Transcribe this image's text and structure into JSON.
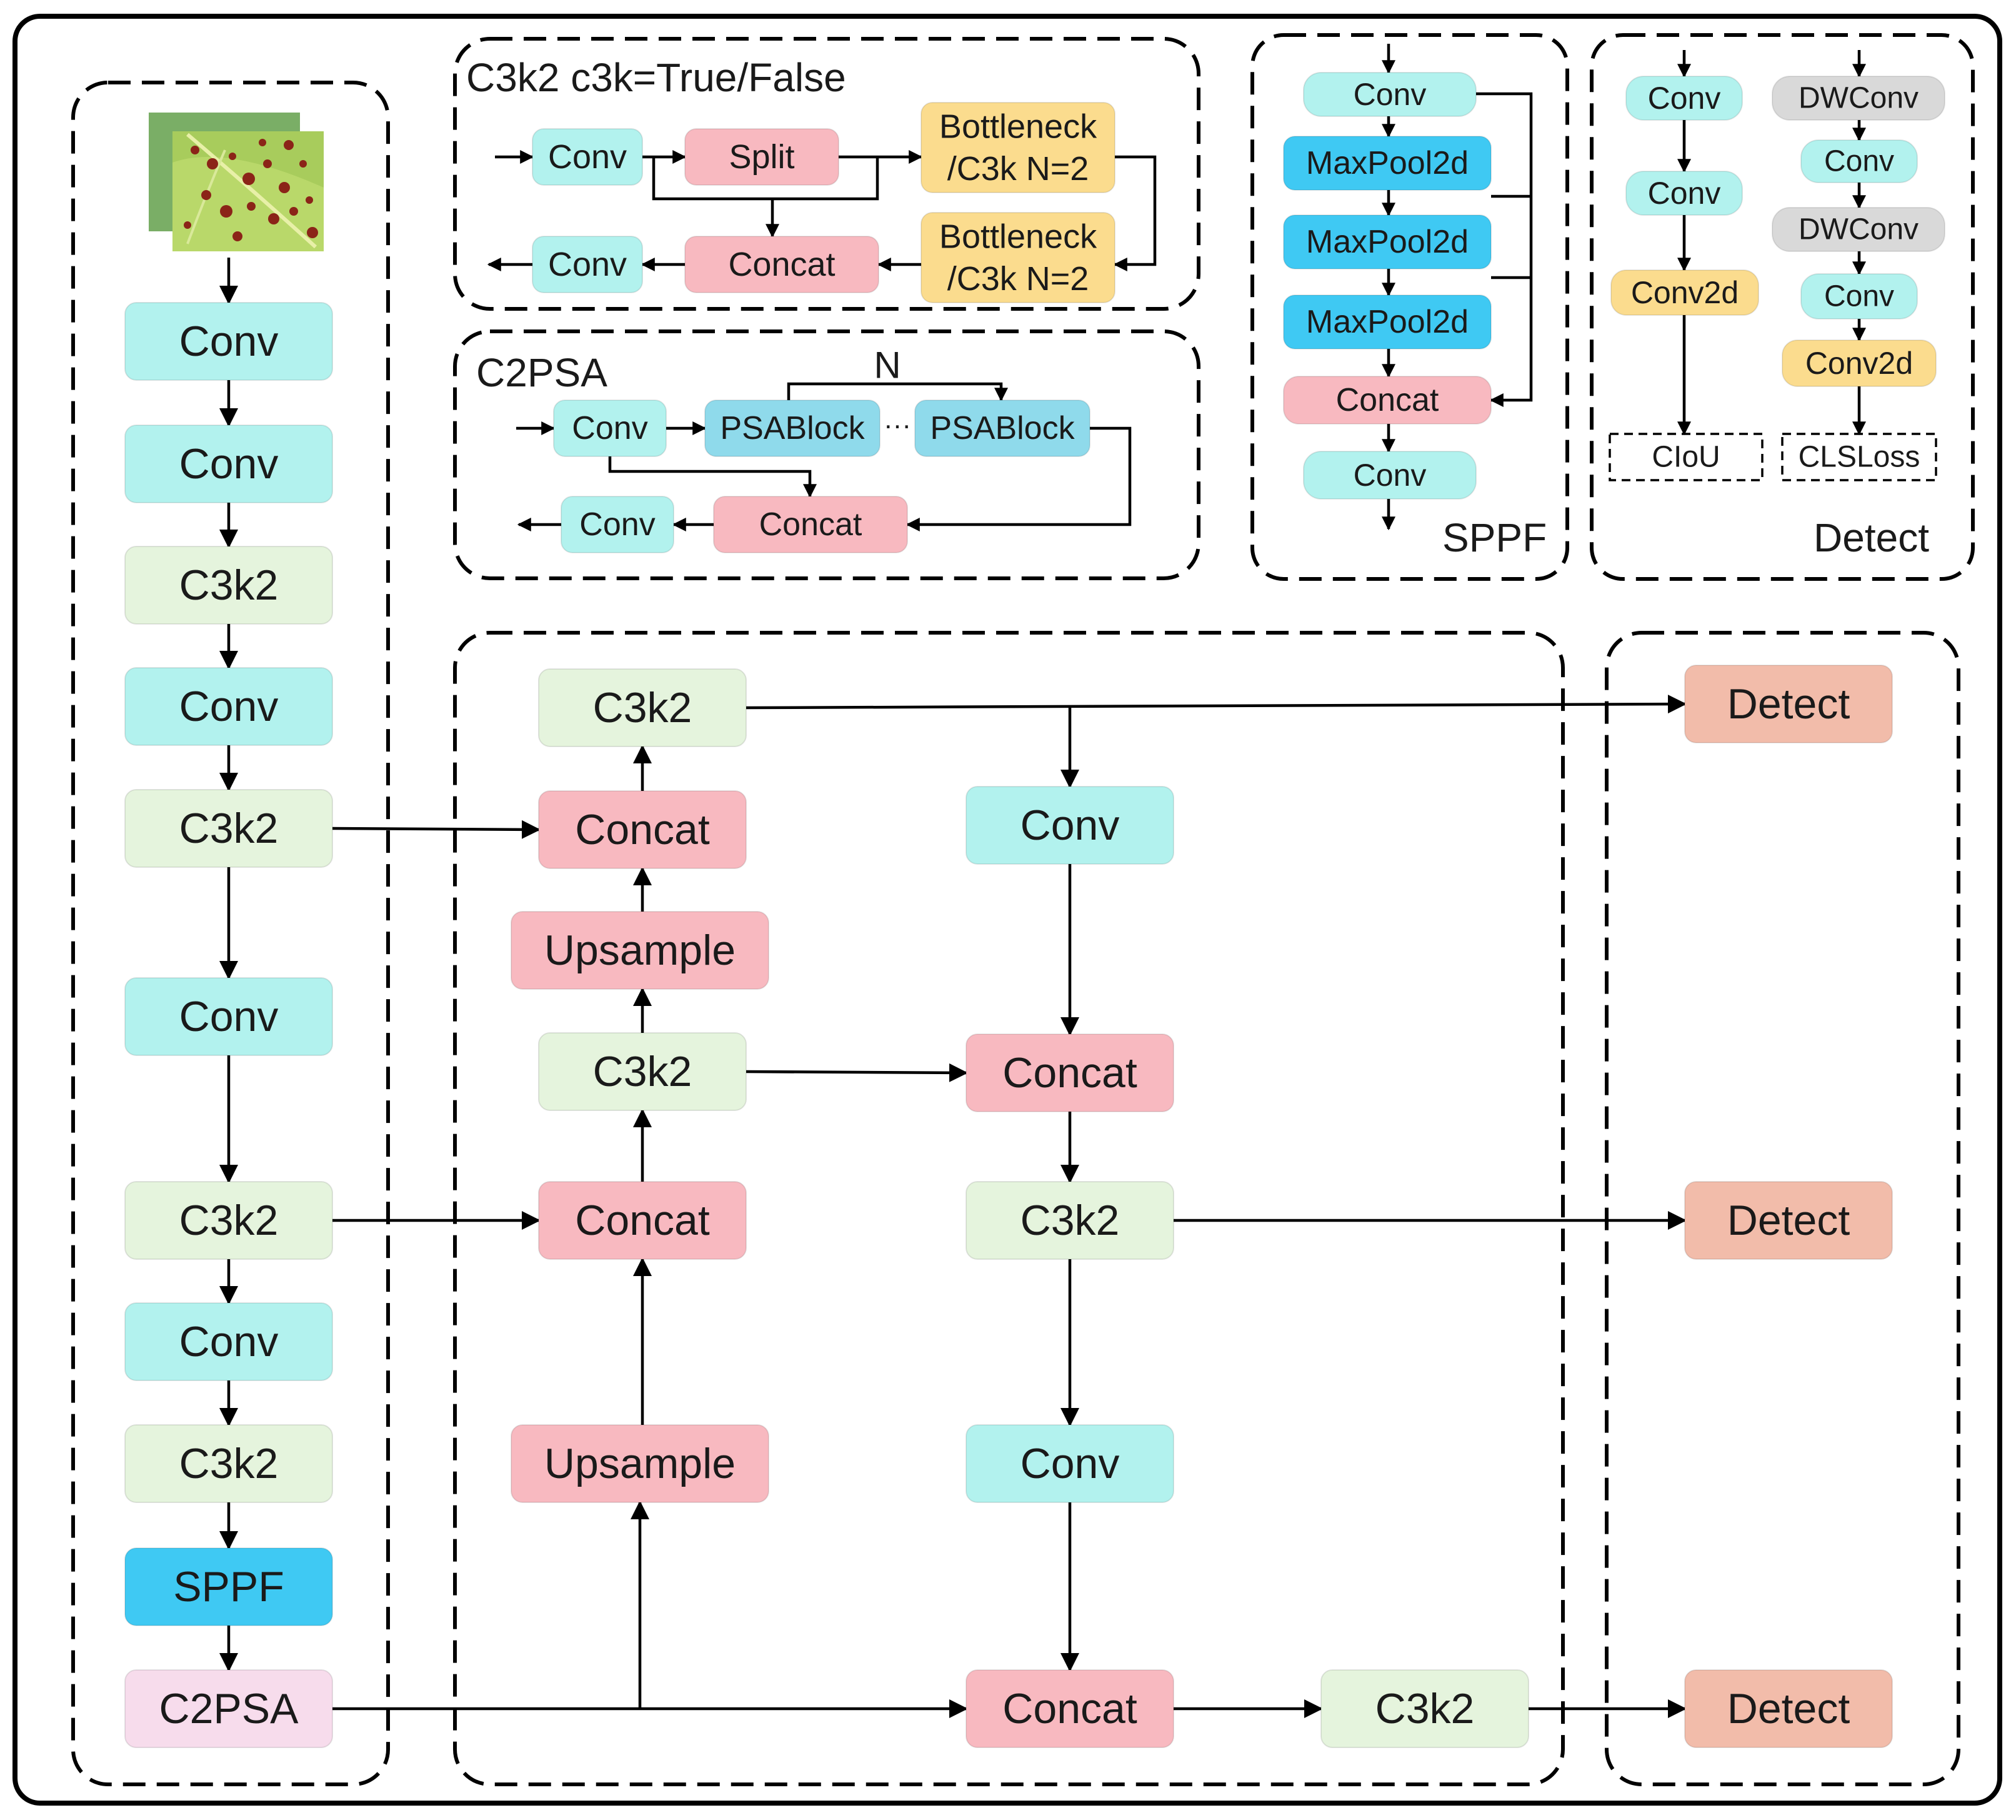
{
  "colors": {
    "conv": "#b2f2ee",
    "c3k2": "#e5f4dd",
    "sppf": "#3fc9f3",
    "c2psa": "#f7dcec",
    "concat": "#f8b9c0",
    "upsample": "#f8b9c0",
    "detect": "#f2bcaa",
    "split": "#f8b9c0",
    "bottleneck": "#fbdc8e",
    "psablock": "#8fdaeb",
    "maxpool": "#3fc9f3",
    "dwconv": "#d9d9d9",
    "conv2d": "#fbdc8e"
  },
  "image": {
    "name": "leaf-image",
    "subject": "leaf with red spots"
  },
  "backbone": [
    {
      "label": "Conv"
    },
    {
      "label": "Conv"
    },
    {
      "label": "C3k2"
    },
    {
      "label": "Conv"
    },
    {
      "label": "C3k2"
    },
    {
      "label": "Conv"
    },
    {
      "label": "C3k2"
    },
    {
      "label": "Conv"
    },
    {
      "label": "C3k2"
    },
    {
      "label": "SPPF"
    },
    {
      "label": "C2PSA"
    }
  ],
  "neck": [
    {
      "label": "C3k2"
    },
    {
      "label": "Concat"
    },
    {
      "label": "Upsample"
    },
    {
      "label": "C3k2"
    },
    {
      "label": "Concat"
    },
    {
      "label": "Upsample"
    },
    {
      "label": "Conv"
    },
    {
      "label": "Concat"
    },
    {
      "label": "C3k2"
    },
    {
      "label": "Conv"
    },
    {
      "label": "Concat"
    },
    {
      "label": "C3k2"
    }
  ],
  "head": [
    {
      "label": "Detect"
    },
    {
      "label": "Detect"
    },
    {
      "label": "Detect"
    }
  ],
  "c3k2_module": {
    "title": "C3k2 c3k=True/False",
    "blocks": [
      {
        "label": "Conv"
      },
      {
        "label": "Split"
      },
      {
        "label": "Bottleneck"
      },
      {
        "label": "/C3k N=2"
      },
      {
        "label": "Bottleneck"
      },
      {
        "label": "/C3k N=2"
      },
      {
        "label": "Concat"
      },
      {
        "label": "Conv"
      }
    ]
  },
  "c2psa_module": {
    "title": "C2PSA",
    "repeat_label": "N",
    "ellipsis": "···",
    "blocks": [
      {
        "label": "Conv"
      },
      {
        "label": "PSABlock"
      },
      {
        "label": "PSABlock"
      },
      {
        "label": "Concat"
      },
      {
        "label": "Conv"
      }
    ]
  },
  "sppf_module": {
    "title": "SPPF",
    "blocks": [
      {
        "label": "Conv"
      },
      {
        "label": "MaxPool2d"
      },
      {
        "label": "MaxPool2d"
      },
      {
        "label": "MaxPool2d"
      },
      {
        "label": "Concat"
      },
      {
        "label": "Conv"
      }
    ]
  },
  "detect_module": {
    "title": "Detect",
    "blocks": [
      {
        "label": "Conv"
      },
      {
        "label": "Conv"
      },
      {
        "label": "Conv2d"
      },
      {
        "label": "CIoU"
      },
      {
        "label": "DWConv"
      },
      {
        "label": "Conv"
      },
      {
        "label": "DWConv"
      },
      {
        "label": "Conv"
      },
      {
        "label": "Conv2d"
      },
      {
        "label": "CLSLoss"
      }
    ]
  }
}
